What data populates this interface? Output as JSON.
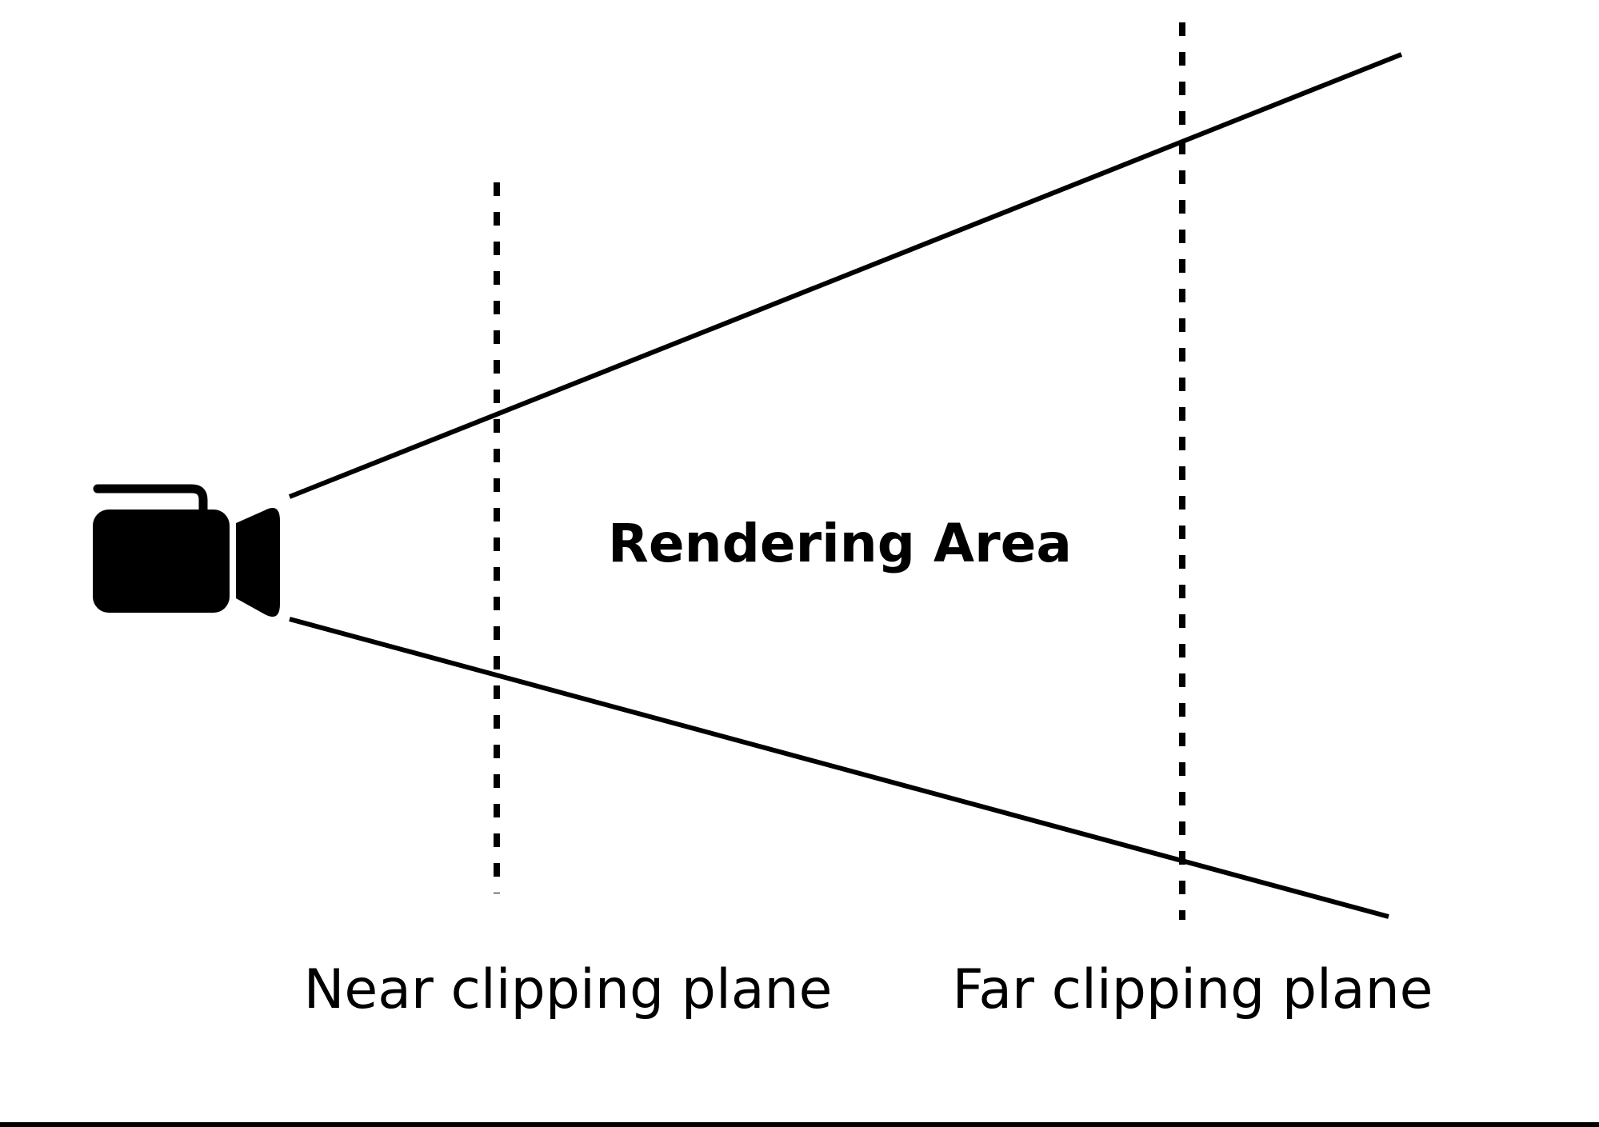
{
  "canvas": {
    "background": "#ffffff",
    "ink": "#000000"
  },
  "diagram": {
    "rendering_area_label": "Rendering Area",
    "near_plane_label": "Near clipping plane",
    "far_plane_label": "Far clipping plane",
    "camera_icon": "video-camera-icon"
  }
}
